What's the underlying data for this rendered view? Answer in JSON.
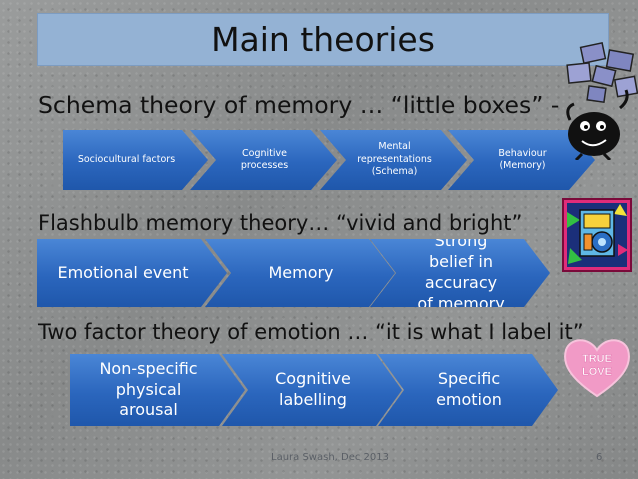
{
  "slide": {
    "title": "Main theories",
    "schema_heading": "Schema theory of memory … “little boxes” -",
    "schema_steps": [
      "Sociocultural factors",
      "Cognitive processes",
      "Mental representations (Schema)",
      "Behaviour (Memory)"
    ],
    "flashbulb_heading": "Flashbulb memory theory… “vivid and bright”",
    "flashbulb_steps": [
      "Emotional event",
      "Memory",
      "Strong belief in accuracy of memory"
    ],
    "two_factor_heading": "Two factor theory of emotion  … “it is what I label it”",
    "two_factor_steps": [
      "Non-specific physical arousal",
      "Cognitive labelling",
      "Specific emotion"
    ],
    "heart_text": "TRUE LOVE",
    "footer": "Laura Swash, Dec 2013",
    "page_number": "6"
  },
  "colors": {
    "title_bg": "#94b2d4",
    "chevron": "#2b66bd",
    "background": "#8e9090",
    "heart": "#f19ac6"
  },
  "icons": [
    "boxes-juggler-clipart",
    "flashbulb-clipart",
    "true-love-heart"
  ]
}
